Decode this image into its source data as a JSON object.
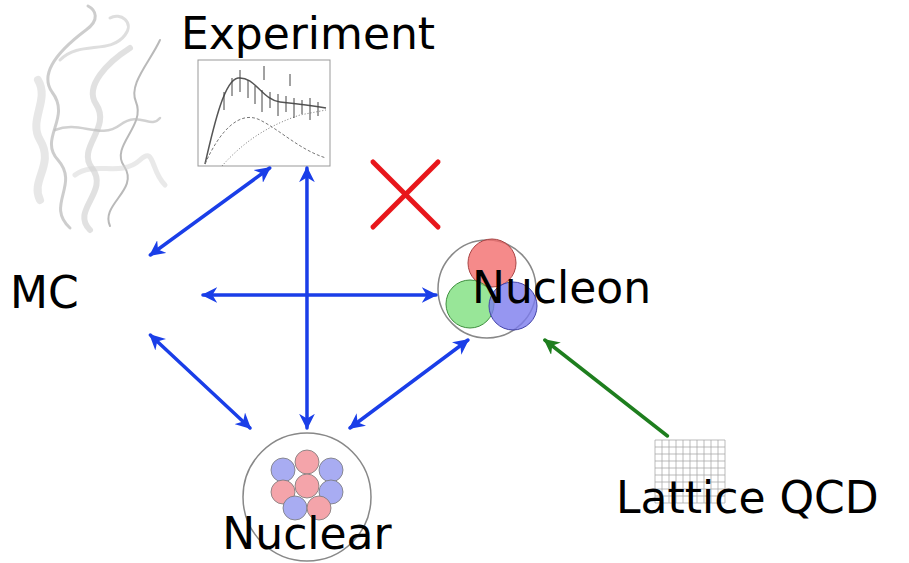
{
  "diagram": {
    "nodes": [
      {
        "text": [
          "Experiment"
        ]
      },
      {
        "text": [
          "MC"
        ]
      },
      {
        "text": [
          "Nucleon"
        ]
      },
      {
        "text": [
          "Nuclear"
        ]
      },
      {
        "text": [
          "Lattice QCD"
        ]
      }
    ],
    "edges": [
      {
        "from": 0,
        "to": 1,
        "arrow": "both"
      },
      {
        "from": 0,
        "to": 3,
        "arrow": "both"
      },
      {
        "from": 1,
        "to": 2,
        "arrow": "both"
      },
      {
        "from": 1,
        "to": 3,
        "arrow": "both"
      },
      {
        "from": 2,
        "to": 3,
        "arrow": "both"
      },
      {
        "from": 4,
        "to": 2,
        "arrow": "to"
      }
    ]
  }
}
